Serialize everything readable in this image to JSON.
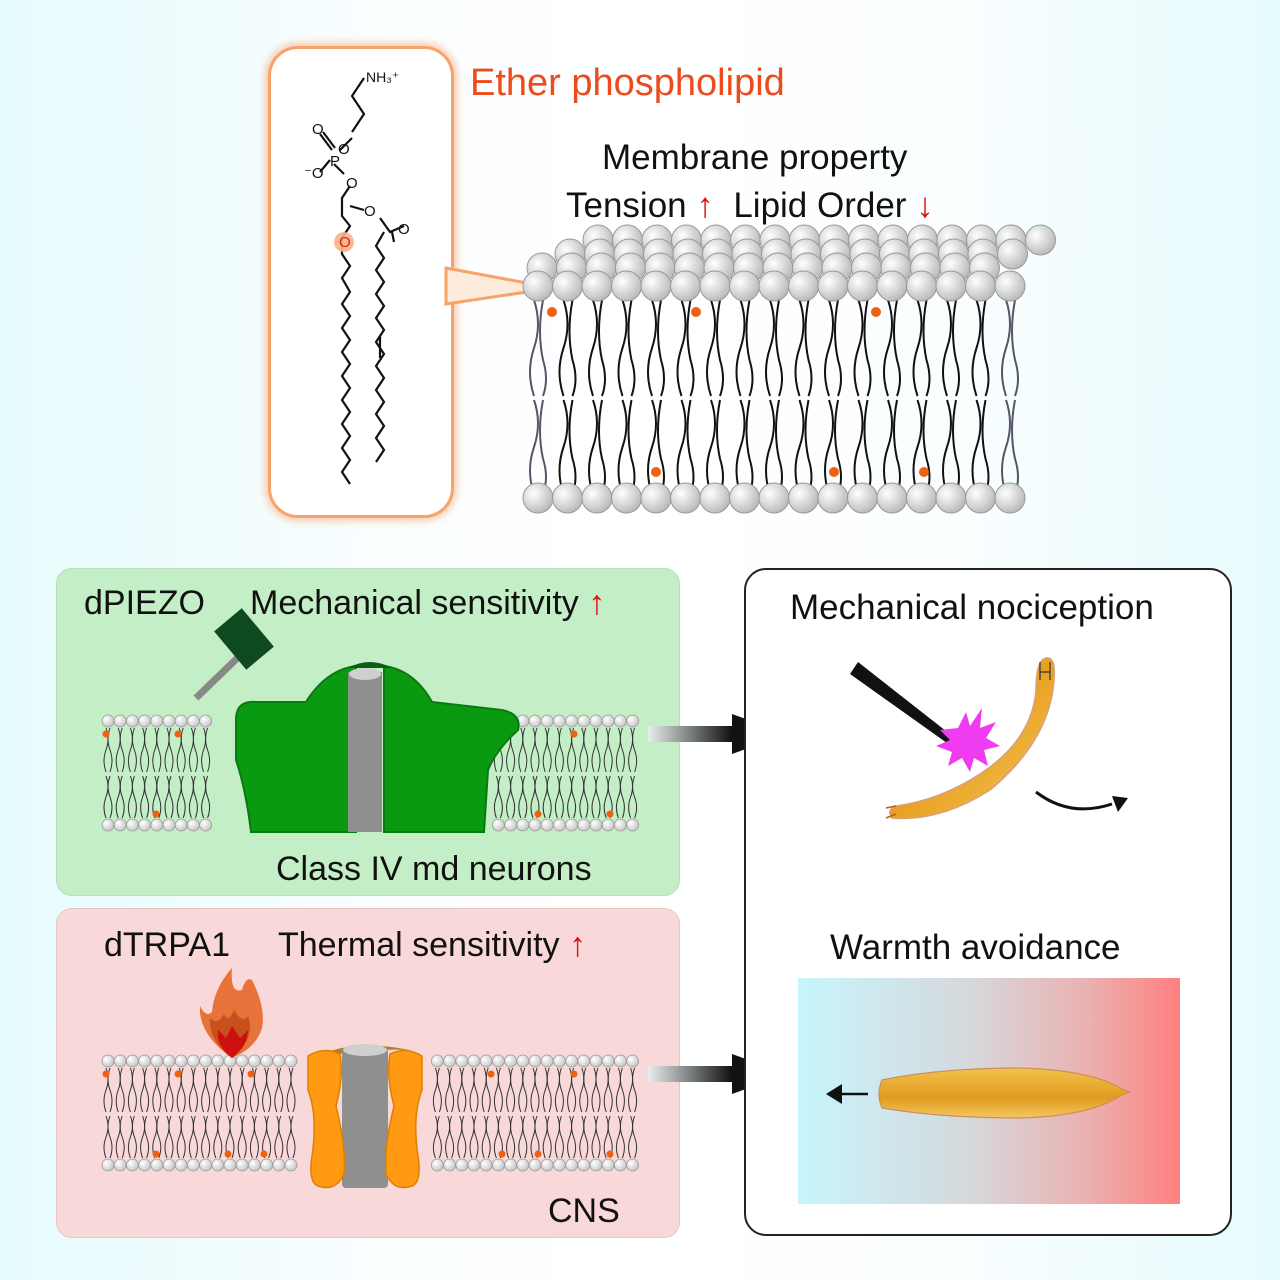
{
  "figure": {
    "ether_box": {
      "title": "Ether phospholipid",
      "labels": {
        "ammonium": "NH₃⁺",
        "oxygen": "O",
        "phosphorus": "P",
        "anion": "⁻O"
      }
    },
    "membrane": {
      "title": "Membrane property",
      "properties": [
        {
          "label": "Tension",
          "direction": "up",
          "arrow": "↑"
        },
        {
          "label": "Lipid Order",
          "direction": "down",
          "arrow": "↓"
        }
      ]
    },
    "panels": {
      "piezo": {
        "channel": "dPIEZO",
        "effect": "Mechanical sensitivity",
        "arrow": "↑",
        "location": "Class IV md neurons",
        "stimulus": "hammer"
      },
      "trpa1": {
        "channel": "dTRPA1",
        "effect": "Thermal sensitivity",
        "arrow": "↑",
        "location": "CNS",
        "stimulus": "flame"
      }
    },
    "outcomes": {
      "mechanical": {
        "title": "Mechanical nociception"
      },
      "thermal": {
        "title": "Warmth avoidance"
      }
    },
    "colors": {
      "ether_accent": "#ee4a1b",
      "arrow_red": "#e01010",
      "piezo_green": "#0a9a12",
      "trpa_orange": "#ff9a12",
      "ether_dot": "#f06010",
      "burst_magenta": "#ef3cf0",
      "larva_gold": "#f0b030"
    }
  }
}
